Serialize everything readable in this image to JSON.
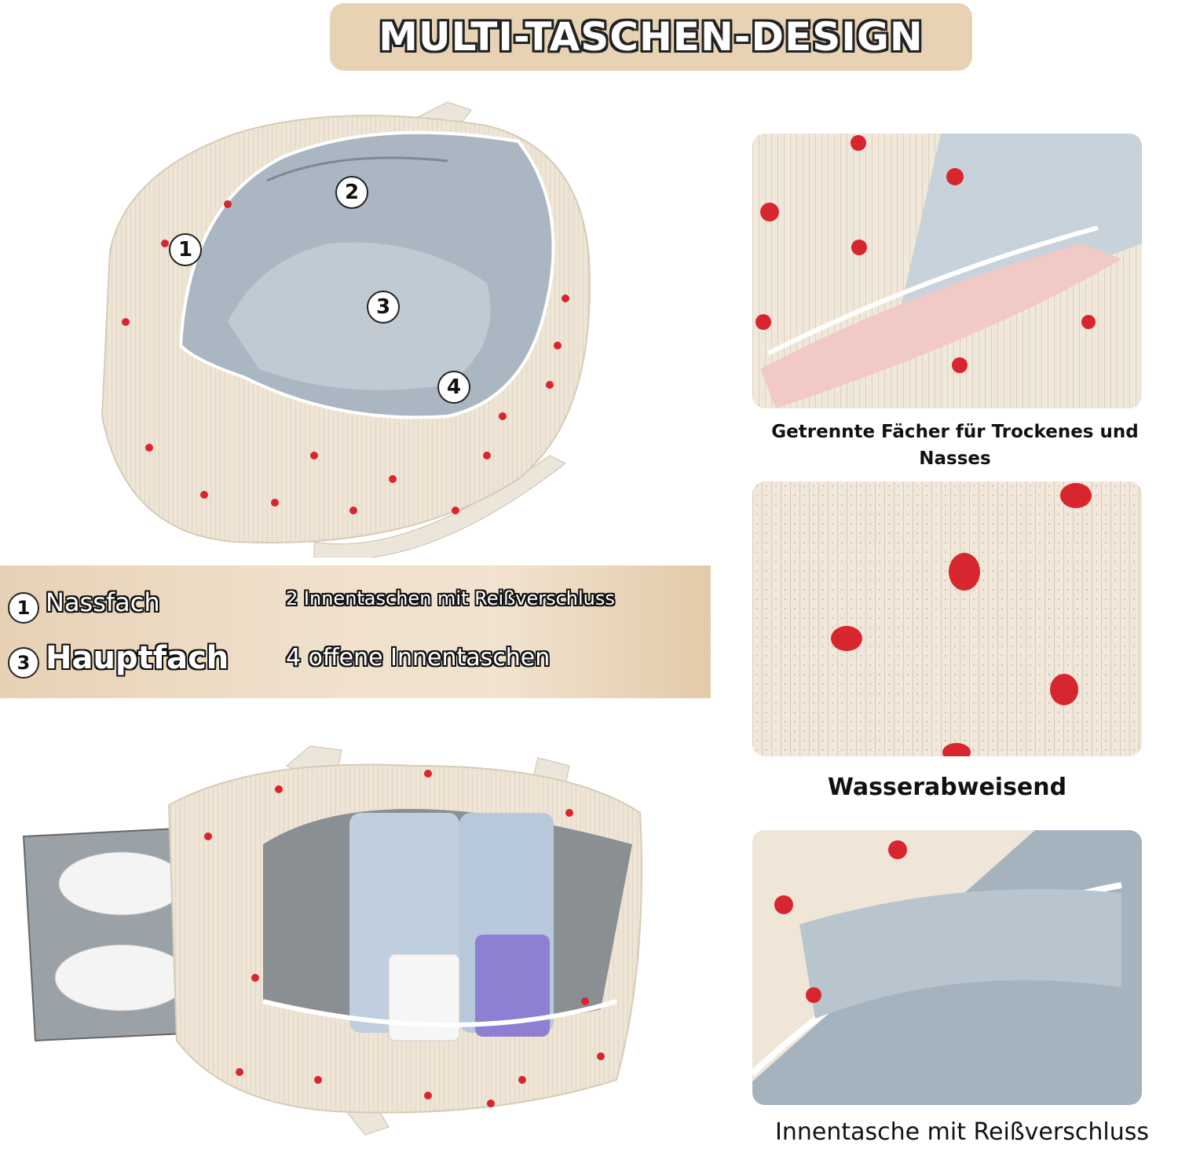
{
  "title": "MULTI-TASCHEN-DESIGN",
  "photo_markers": [
    "1",
    "2",
    "3",
    "4"
  ],
  "legend": {
    "items": [
      {
        "number": "1",
        "label": "Nassfach"
      },
      {
        "number": "3",
        "label": "Hauptfach"
      },
      {
        "number": "2",
        "label": "Innentaschen mit Reißverschluss"
      },
      {
        "number": "4",
        "label": "offene Innentaschen"
      }
    ]
  },
  "captions": {
    "wet_dry": "Getrennte Fächer für Trockenes und Nasses",
    "water_repellent": "Wasserabweisend",
    "zip_pocket": "Innentasche mit Reißverschluss"
  },
  "colors": {
    "banner": "#e8d2b4",
    "fabric": "#efe6d8",
    "strawberry": "#d8262f",
    "lining": "#9aaab6"
  }
}
